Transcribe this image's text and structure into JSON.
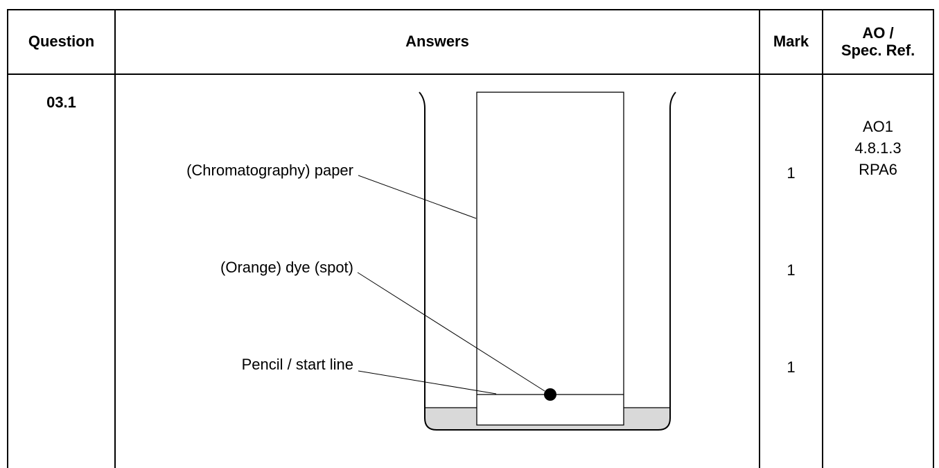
{
  "header": {
    "question": "Question",
    "answers": "Answers",
    "mark": "Mark",
    "ao_line1": "AO /",
    "ao_line2": "Spec. Ref."
  },
  "row": {
    "question_number": "03.1",
    "labels": {
      "paper": "(Chromatography) paper",
      "dye": "(Orange) dye (spot)",
      "line": "Pencil / start line"
    },
    "marks": [
      "1",
      "1",
      "1"
    ],
    "ao": [
      "AO1",
      "4.8.1.3",
      "RPA6"
    ]
  }
}
